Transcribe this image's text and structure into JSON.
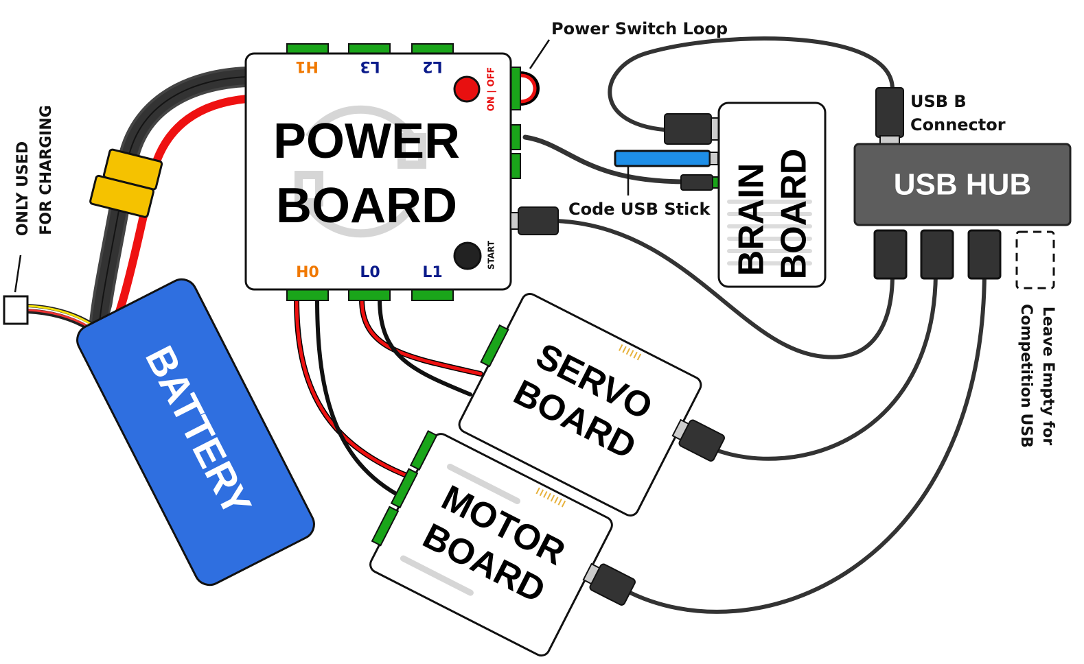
{
  "power_board": {
    "title_line1": "POWER",
    "title_line2": "BOARD",
    "port_h1": "H1",
    "port_l3": "L3",
    "port_l2": "L2",
    "port_h0": "H0",
    "port_l0": "L0",
    "port_l1": "L1",
    "on_off": "ON | OFF",
    "start": "START"
  },
  "brain_board": {
    "line1": "BRAIN",
    "line2": "BOARD"
  },
  "usb_hub": {
    "title": "USB HUB"
  },
  "servo_board": {
    "line1": "SERVO",
    "line2": "BOARD"
  },
  "motor_board": {
    "line1": "MOTOR",
    "line2": "BOARD"
  },
  "battery": {
    "title": "BATTERY"
  },
  "callouts": {
    "power_switch_loop": "Power Switch Loop",
    "usb_b_line1": "USB B",
    "usb_b_line2": "Connector",
    "code_usb_stick": "Code USB Stick",
    "only_used_line1": "ONLY USED",
    "only_used_line2": "FOR CHARGING",
    "leave_empty_line1": "Leave Empty for",
    "leave_empty_line2": "Competition USB"
  },
  "colors": {
    "connector_green": "#1aa51a",
    "wire_red": "#ee1111",
    "wire_black": "#1a1a1a",
    "battery_blue": "#2f6fe0",
    "xt_yellow": "#f5c200",
    "usb_stick_blue": "#1e8fe8",
    "hub_grey": "#5d5d5d",
    "port_orange": "#f07800",
    "port_navy": "#0a1a8a",
    "switch_red": "#e81010"
  }
}
